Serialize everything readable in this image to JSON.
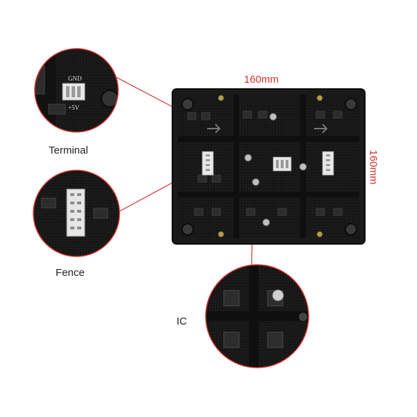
{
  "dimensions": {
    "width": "160mm",
    "height": "160mm"
  },
  "callouts": [
    {
      "id": "terminal",
      "label": "Terminal"
    },
    {
      "id": "fence",
      "label": "Fence"
    },
    {
      "id": "ic",
      "label": "IC"
    }
  ],
  "board_markings": {
    "gnd": "GND",
    "v5": "+5V"
  },
  "colors": {
    "accent": "#d0312d",
    "board": "#1b1b1b",
    "connector": "#e8e8e8"
  }
}
